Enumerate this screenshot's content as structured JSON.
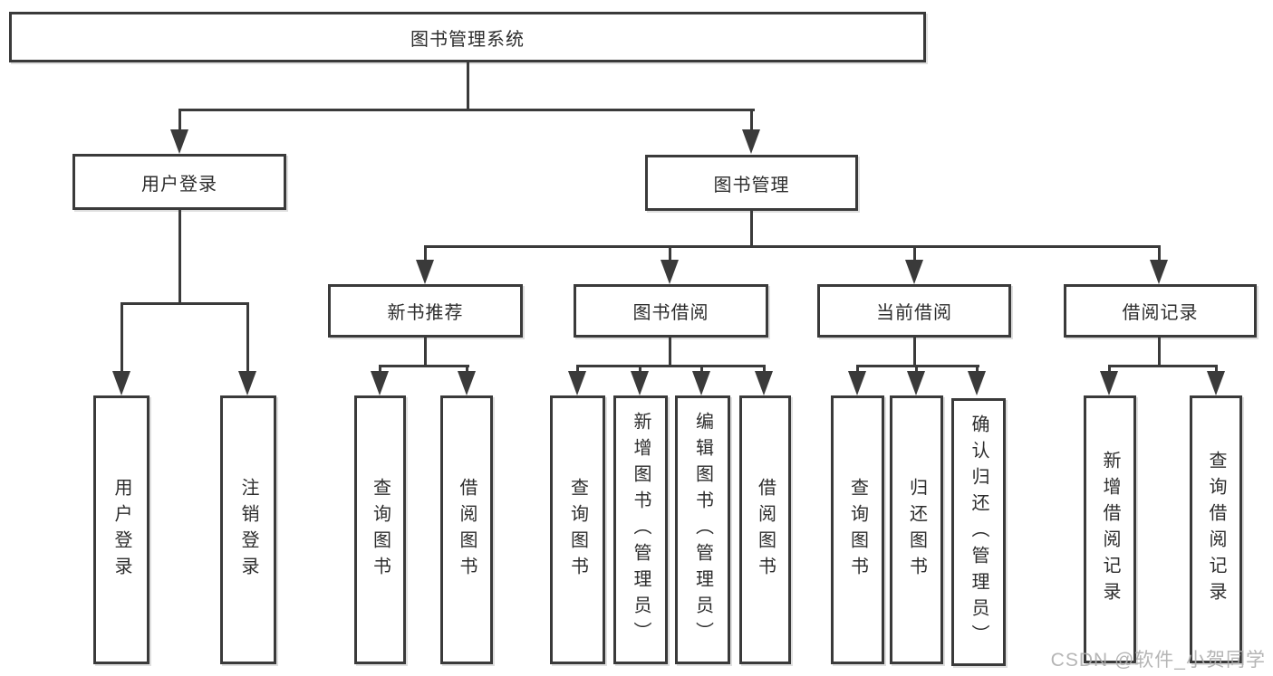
{
  "diagram": {
    "root": "图书管理系统",
    "level2": {
      "user_login": "用户登录",
      "book_management": "图书管理"
    },
    "level3": {
      "new_book_recommend": "新书推荐",
      "book_borrow": "图书借阅",
      "current_borrow": "当前借阅",
      "borrow_records": "借阅记录"
    },
    "leaves": {
      "user_login": [
        "用户登录",
        "注销登录"
      ],
      "new_book_recommend": [
        "查询图书",
        "借阅图书"
      ],
      "book_borrow": [
        "查询图书",
        "新增图书（管理员）",
        "编辑图书（管理员）",
        "借阅图书"
      ],
      "current_borrow": [
        "查询图书",
        "归还图书",
        "确认归还（管理员）"
      ],
      "borrow_records": [
        "新增借阅记录",
        "查询借阅记录"
      ]
    },
    "watermark": "CSDN @软件_小贺同学",
    "colors": {
      "line": "#3a3a3a",
      "box_border": "#3a3a3a",
      "text": "#2d2d2d",
      "watermark": "#adadad",
      "background": "#ffffff"
    }
  }
}
